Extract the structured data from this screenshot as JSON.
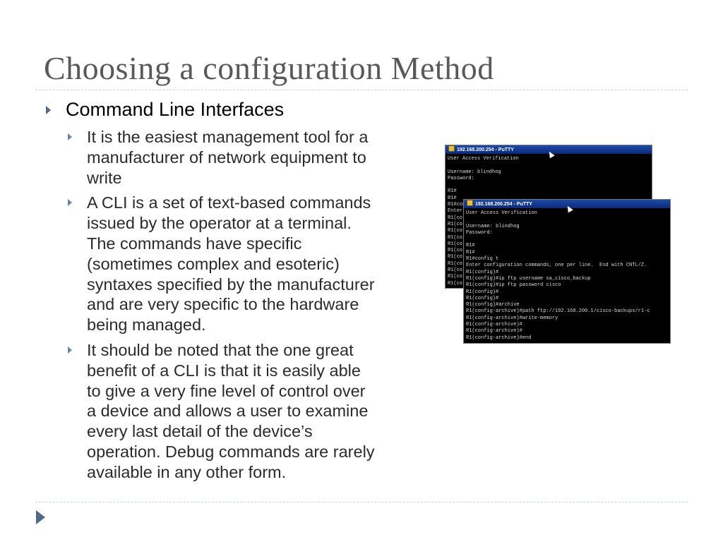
{
  "slide": {
    "title": "Choosing a configuration Method",
    "bullet": "Command Line Interfaces",
    "sub_bullets": [
      "It is the easiest management tool for a\nmanufacturer of network equipment to\nwrite",
      " A CLI is a set of text-based commands\nissued by the operator at a terminal.\nThe commands have specific\n(sometimes complex and esoteric)\nsyntaxes specified by the manufacturer\nand are very specific to the hardware\nbeing managed.",
      "It should be noted that the one great\nbenefit of a CLI is that it is easily able\nto give a very fine level of control over\na device and allows a user to examine\nevery last detail of the device’s\noperation. Debug commands are rarely\navailable in any other form."
    ]
  },
  "terminal_back": {
    "title": "192.168.200.254 - PuTTY",
    "lines": "User Access Verification\n\nUsername: blindhog\nPassword:\n\nR1#\nR1#\nR1#con\nEnter\nR1(co\nR1(co\nR1(co\nR1(co\nR1(co\nR1(co\nR1(co\nR1(co\nR1(co\nR1(co\nR1(co"
  },
  "terminal_front": {
    "title": "192.168.200.254 - PuTTY",
    "lines": "User Access Verification\n\nUsername: blindhog\nPassword:\n\nR1#\nR1#\nR1#config t\nEnter configuration commands, one per line.  End with CNTL/Z.\nR1(config)#\nR1(config)#ip ftp username sa_cisco_backup\nR1(config)#ip ftp password cisco\nR1(config)#\nR1(config)#\nR1(config)#archive\nR1(config-archive)#path ftp://192.168.200.1/cisco-backups/r1-c\nR1(config-archive)#write-memory\nR1(config-archive)#\nR1(config-archive)#\nR1(config-archive)#end"
  },
  "colors": {
    "title": "#595959",
    "bullet": "#4f6b87",
    "rule": "#c9d3dc"
  }
}
